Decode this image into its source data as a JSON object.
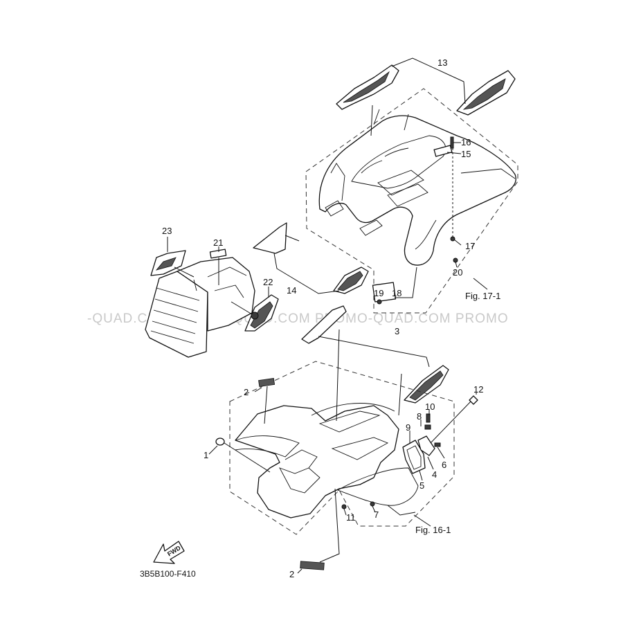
{
  "labels": {
    "n1": "1",
    "n2a": "2",
    "n2b": "2",
    "n3": "3",
    "n4": "4",
    "n5": "5",
    "n6": "6",
    "n7": "7",
    "n8": "8",
    "n9": "9",
    "n10": "10",
    "n11": "11",
    "n12": "12",
    "n13": "13",
    "n14": "14",
    "n15": "15",
    "n16": "16",
    "n17": "17",
    "n18": "18",
    "n19": "19",
    "n20": "20",
    "n21": "21",
    "n22": "22",
    "n23": "23"
  },
  "figure_refs": {
    "rear": "Fig. 17-1",
    "front": "Fig. 16-1"
  },
  "fwd_label": "FWD",
  "part_code": "3B5B100-F410",
  "watermark": "-QUAD.COM   PROMO-QUAD.COM   PROMO-QUAD.COM   PROMO"
}
